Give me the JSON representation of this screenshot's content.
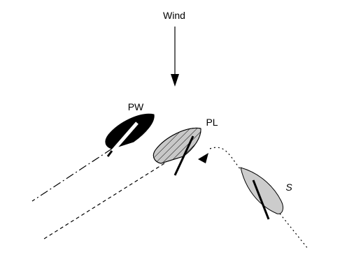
{
  "labels": {
    "wind": "Wind",
    "pw": "PW",
    "pl": "PL",
    "s": "S"
  },
  "colors": {
    "ink": "#000000",
    "boat_pw_fill": "#000000",
    "boat_pl_fill": "#c8c8c8",
    "boat_s_fill": "#cccccc",
    "background": "#ffffff"
  }
}
